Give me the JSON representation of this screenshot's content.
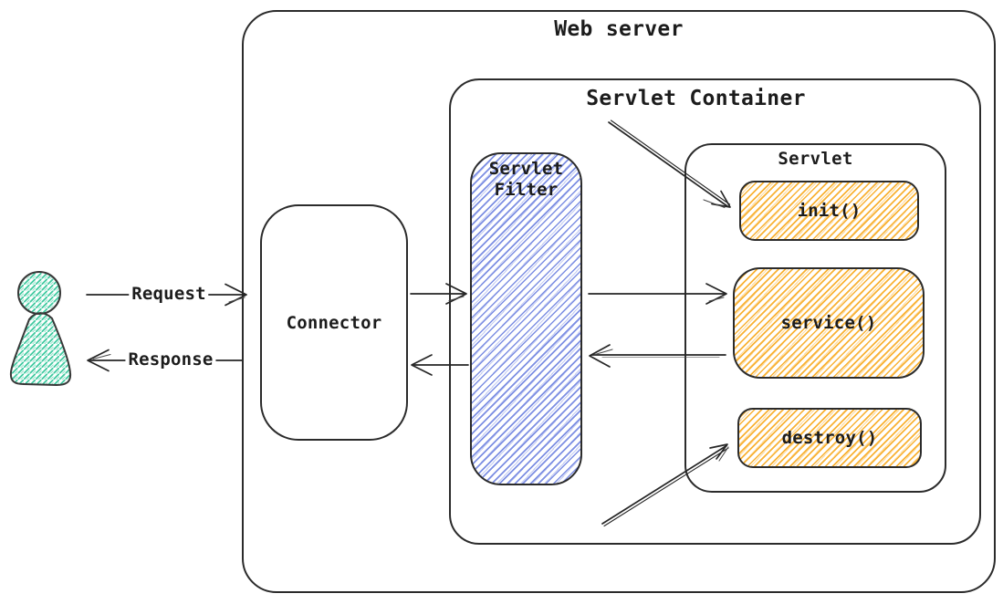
{
  "colors": {
    "stroke": "#2b2b2b",
    "text": "#1c1c1c",
    "blue_hatch": "#7d8fe3",
    "orange_hatch": "#f9b234",
    "green_hatch": "#3ec99f",
    "background": "#ffffff"
  },
  "containers": {
    "web_server": {
      "label": "Web server"
    },
    "servlet_container": {
      "label": "Servlet Container"
    },
    "servlet": {
      "label": "Servlet"
    }
  },
  "nodes": {
    "connector": {
      "label": "Connector"
    },
    "servlet_filter": {
      "label": "Servlet Filter"
    },
    "init": {
      "label": "init()"
    },
    "service": {
      "label": "service()"
    },
    "destroy": {
      "label": "destroy()"
    }
  },
  "actor": {
    "type": "person-figure"
  },
  "edges": {
    "request": {
      "label": "Request",
      "from": "user",
      "to": "connector"
    },
    "response": {
      "label": "Response",
      "from": "connector",
      "to": "user"
    },
    "connector_to_filter": {
      "from": "connector",
      "to": "servlet_filter"
    },
    "filter_to_connector": {
      "from": "servlet_filter",
      "to": "connector"
    },
    "filter_to_service": {
      "from": "servlet_filter",
      "to": "service"
    },
    "service_to_filter": {
      "from": "service",
      "to": "servlet_filter"
    },
    "container_to_init": {
      "from": "servlet_container",
      "to": "init"
    },
    "container_to_destroy": {
      "from": "servlet_container",
      "to": "destroy"
    }
  }
}
